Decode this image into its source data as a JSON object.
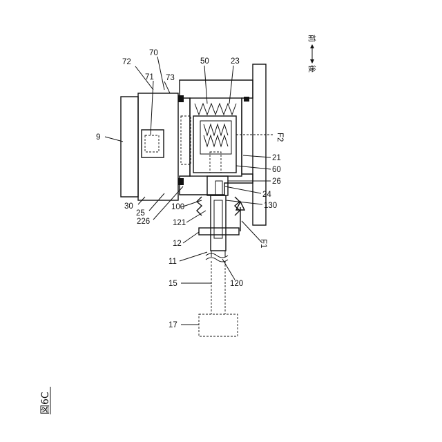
{
  "figure": {
    "title": "図6C",
    "direction": {
      "rear": "後",
      "front": "前"
    }
  },
  "labels": [
    {
      "id": "72",
      "text": "72"
    },
    {
      "id": "70",
      "text": "70"
    },
    {
      "id": "71",
      "text": "71"
    },
    {
      "id": "73",
      "text": "73"
    },
    {
      "id": "50",
      "text": "50"
    },
    {
      "id": "23",
      "text": "23"
    },
    {
      "id": "9",
      "text": "9"
    },
    {
      "id": "F2",
      "text": "F2"
    },
    {
      "id": "21",
      "text": "21"
    },
    {
      "id": "60",
      "text": "60"
    },
    {
      "id": "26",
      "text": "26"
    },
    {
      "id": "24",
      "text": "24"
    },
    {
      "id": "130",
      "text": "130"
    },
    {
      "id": "30",
      "text": "30"
    },
    {
      "id": "25",
      "text": "25"
    },
    {
      "id": "100",
      "text": "100"
    },
    {
      "id": "226",
      "text": "226"
    },
    {
      "id": "121",
      "text": "121"
    },
    {
      "id": "F1",
      "text": "F1"
    },
    {
      "id": "12",
      "text": "12"
    },
    {
      "id": "11",
      "text": "11"
    },
    {
      "id": "120",
      "text": "120"
    },
    {
      "id": "15",
      "text": "15"
    },
    {
      "id": "17",
      "text": "17"
    }
  ],
  "colors": {
    "ink": "#111111",
    "paper": "#ffffff"
  }
}
